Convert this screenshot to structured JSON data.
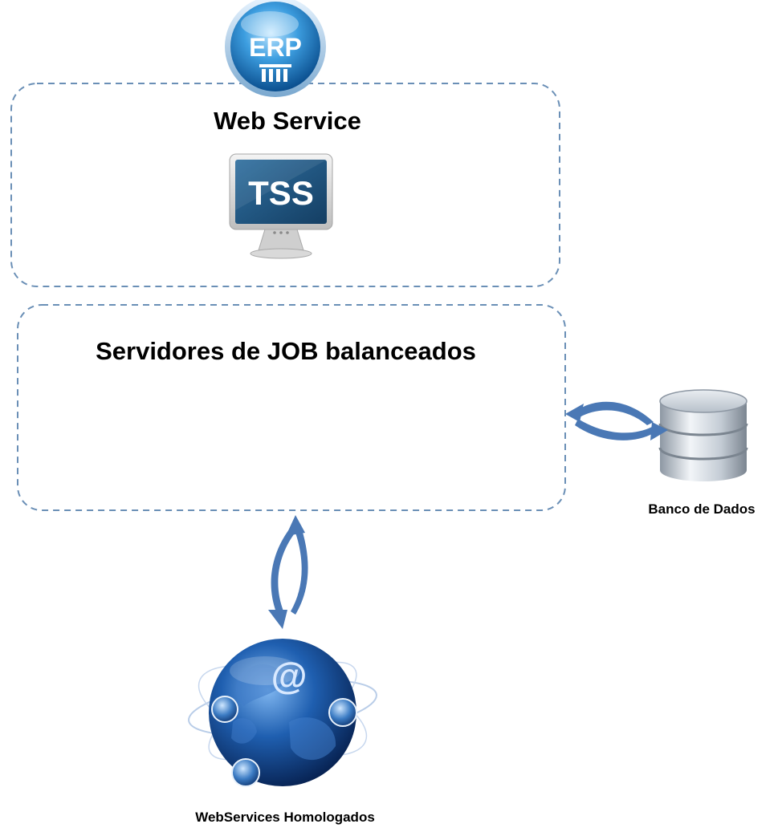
{
  "icons": {
    "erp": {
      "name": "erp-icon",
      "text": "ERP"
    },
    "tss": {
      "name": "tss-monitor-icon",
      "text": "TSS"
    },
    "database": {
      "name": "database-icon"
    },
    "globe": {
      "name": "globe-icon",
      "text": "@"
    }
  },
  "groups": {
    "web_service": {
      "title": "Web Service"
    },
    "job_servers": {
      "title": "Servidores de JOB balanceados"
    }
  },
  "labels": {
    "database": "Banco de Dados",
    "webservices": "WebServices Homologados"
  },
  "colors": {
    "dashed_border": "#6a8fb6",
    "arrow": "#4a78b5",
    "erp_blue": "#1d79c2",
    "tss_screen": "#1b4f7a",
    "globe_blue": "#1a4f9c"
  }
}
